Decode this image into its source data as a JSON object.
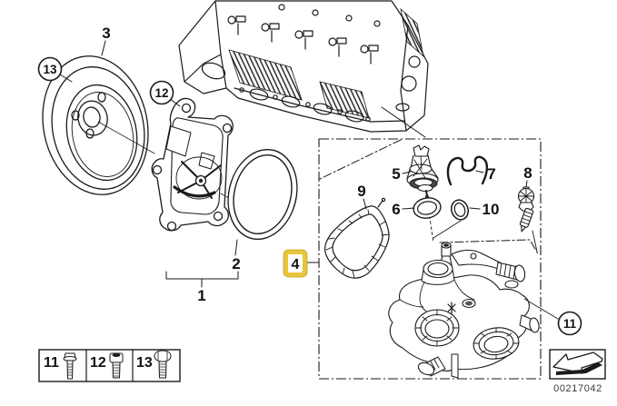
{
  "colors": {
    "highlight": "#E8C43D",
    "ink": "#1A1A1A",
    "footer_text": "#3B3B3B"
  },
  "callouts": {
    "n1": "1",
    "n2": "2",
    "n3": "3",
    "n4": "4",
    "n5": "5",
    "n6": "6",
    "n7": "7",
    "n8": "8",
    "n9": "9",
    "n10": "10",
    "n11": "11",
    "n12": "12",
    "n13": "13"
  },
  "legend": {
    "cells": [
      {
        "number": "11"
      },
      {
        "number": "12"
      },
      {
        "number": "13"
      }
    ]
  },
  "footer": {
    "document_number": "00217042",
    "icon": "return-arrow-icon"
  }
}
